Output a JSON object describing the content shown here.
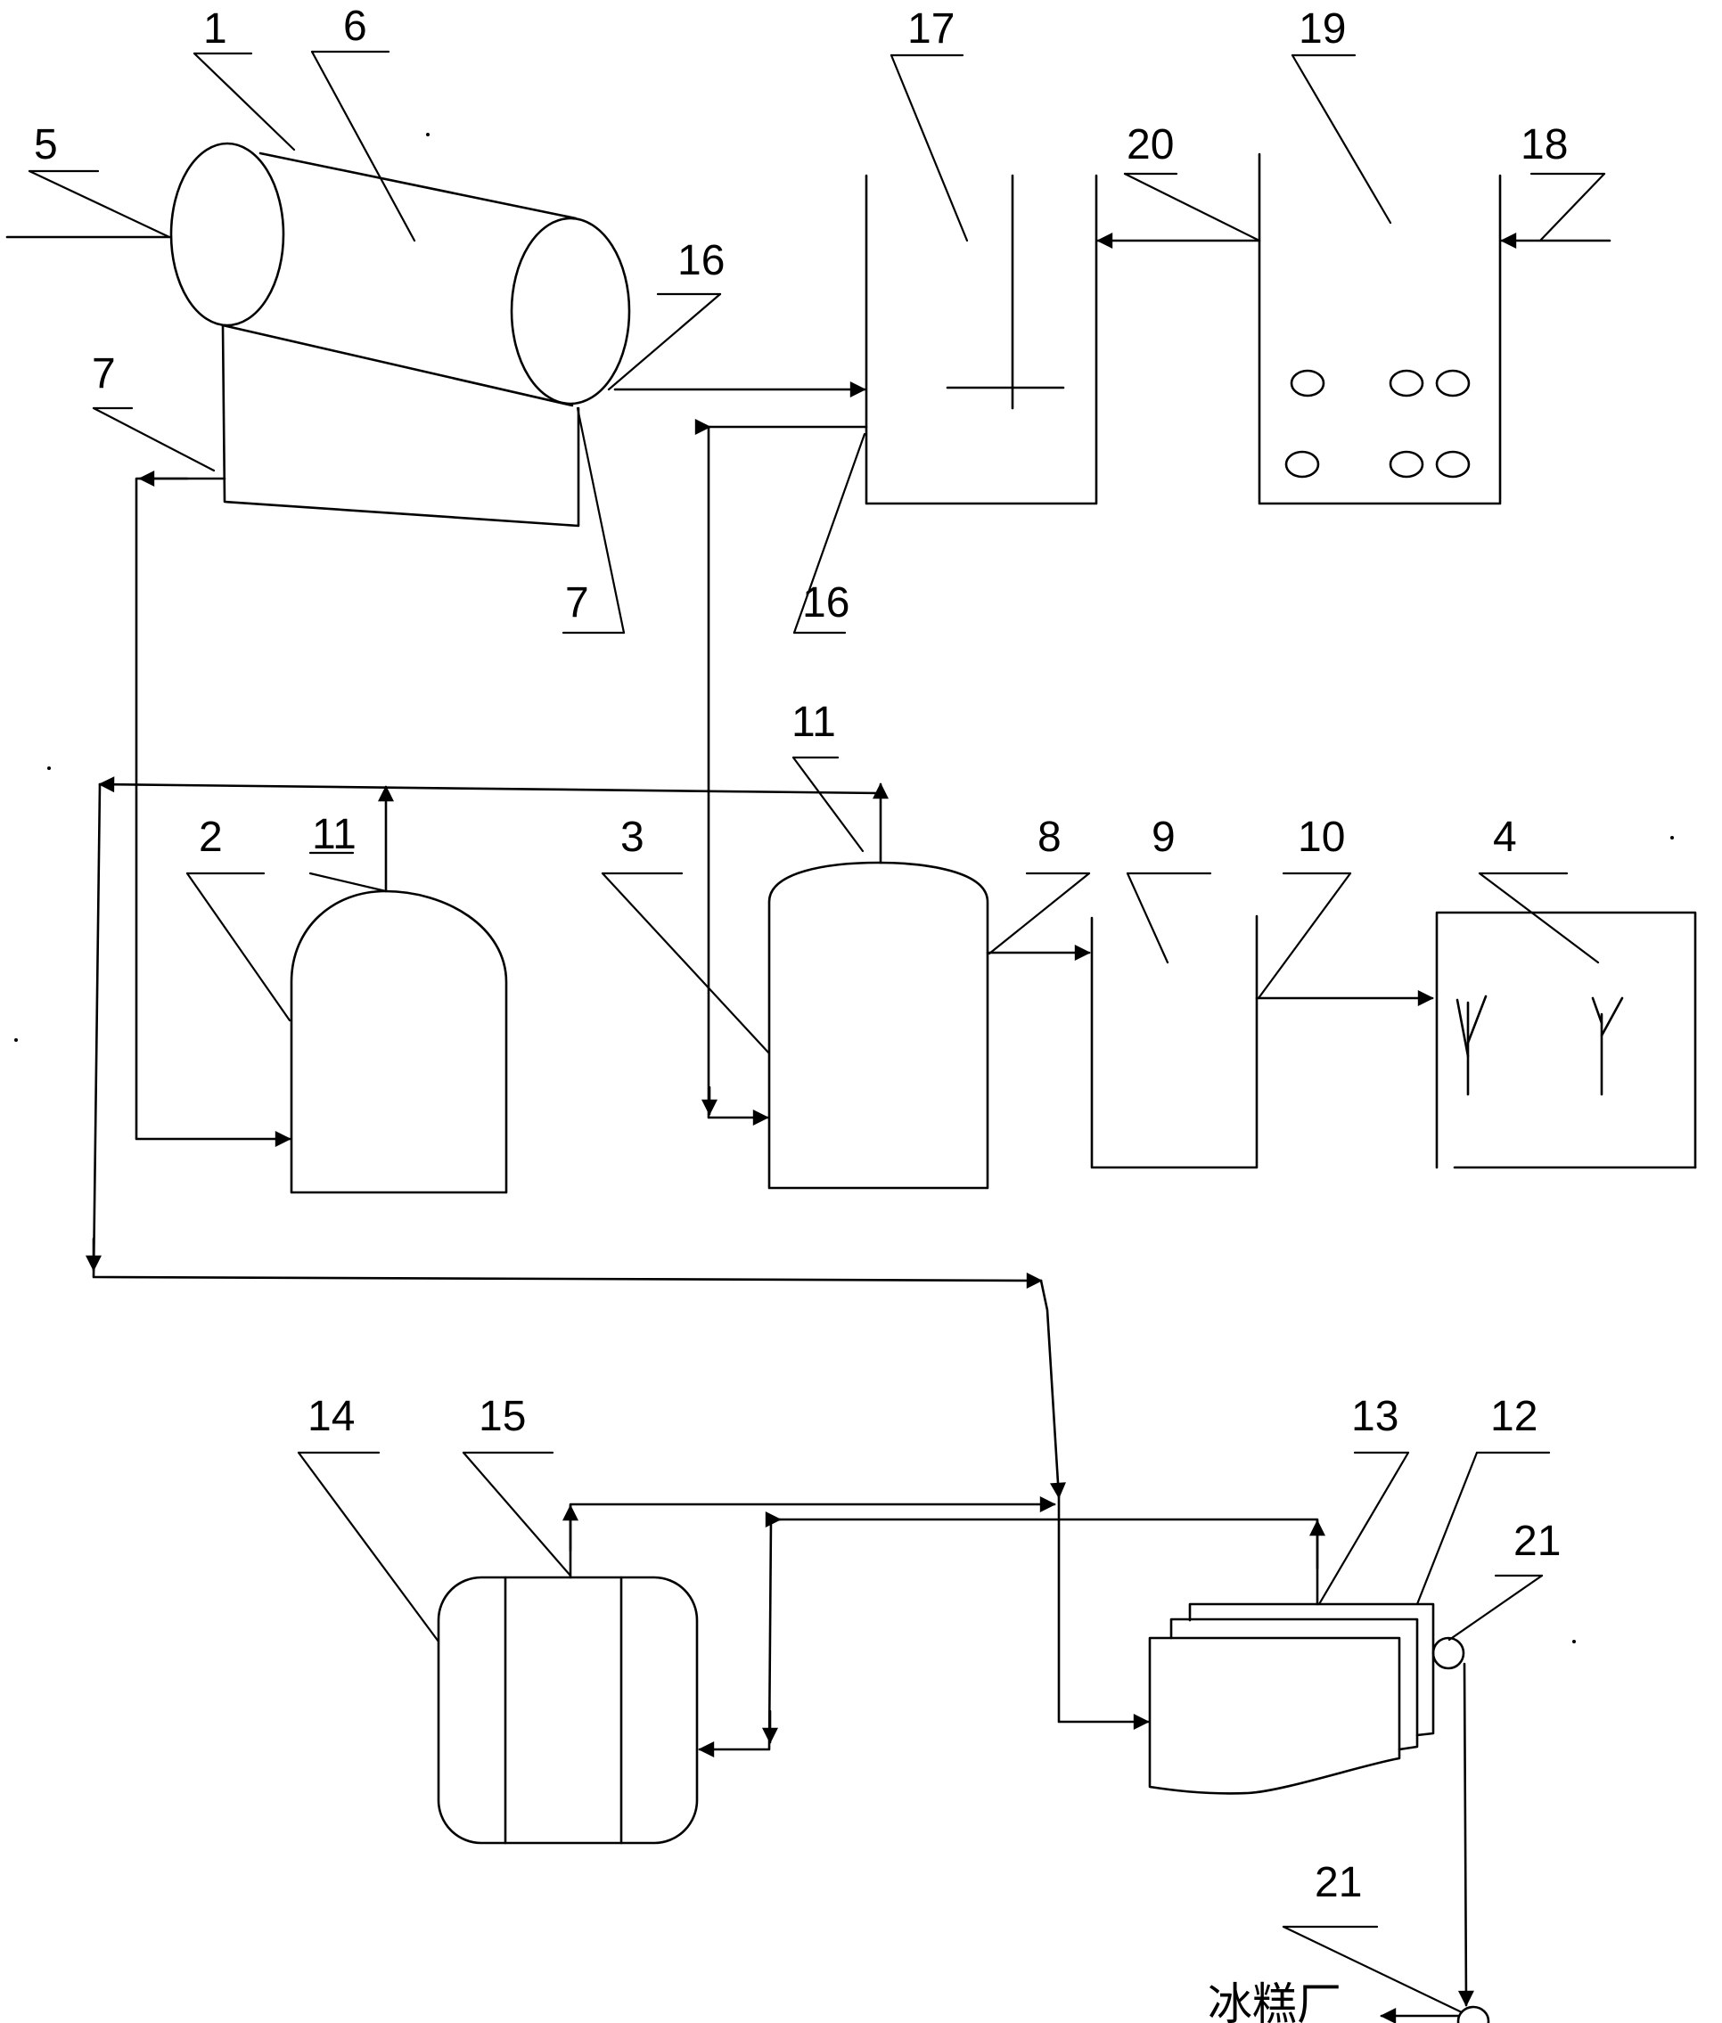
{
  "labels": {
    "l1": "1",
    "l2": "2",
    "l3": "3",
    "l4": "4",
    "l5": "5",
    "l6": "6",
    "l7a": "7",
    "l7b": "7",
    "l8": "8",
    "l9": "9",
    "l10": "10",
    "l11a": "11",
    "l11b": "11",
    "l12": "12",
    "l13": "13",
    "l14": "14",
    "l15": "15",
    "l16a": "16",
    "l16b": "16",
    "l17": "17",
    "l18": "18",
    "l19": "19",
    "l20": "20",
    "l21a": "21",
    "l21b": "21"
  },
  "destination": "冰糕厂",
  "colors": {
    "line": "#000000",
    "background": "#ffffff"
  }
}
